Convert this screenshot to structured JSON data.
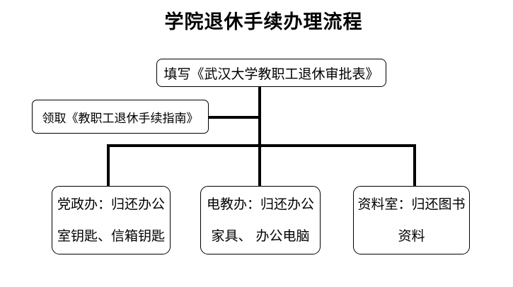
{
  "title": "学院退休手续办理流程",
  "flowchart": {
    "top_box": {
      "label": "填写《武汉大学教职工退休审批表》"
    },
    "side_box": {
      "label": "领取《教职工退休手续指南》"
    },
    "bottom_boxes": [
      {
        "line1": "党政办：归还办公",
        "line2": "室钥匙、信箱钥匙"
      },
      {
        "line1": "电教办：归还办公",
        "line2": "家具、 办公电脑"
      },
      {
        "line1": "资料室：归还图书",
        "line2": "资料"
      }
    ],
    "colors": {
      "background": "#ffffff",
      "line": "#000000",
      "border": "#000000",
      "text": "#000000"
    }
  }
}
